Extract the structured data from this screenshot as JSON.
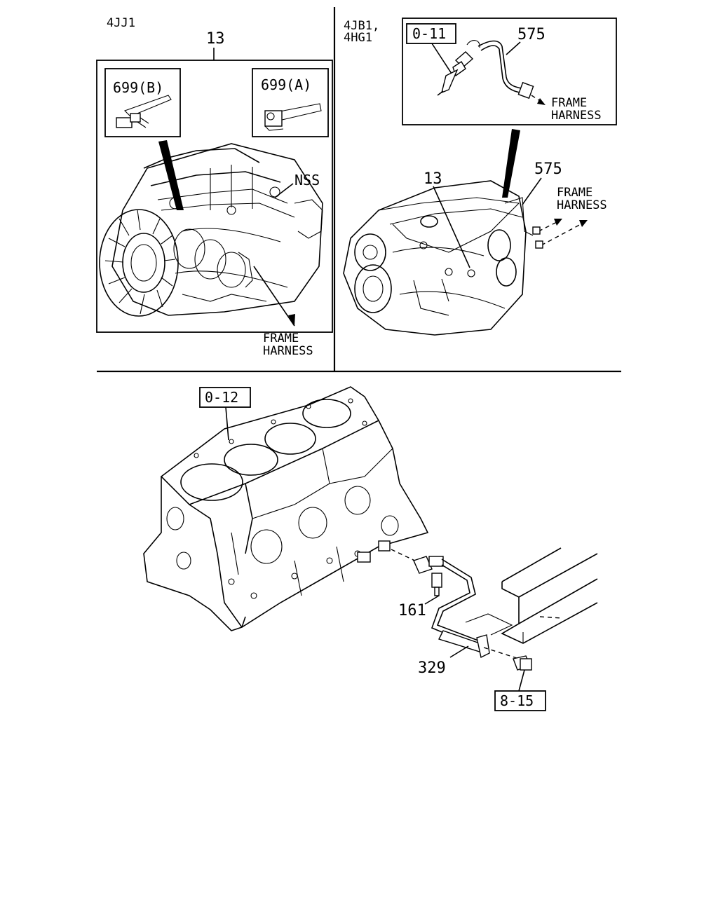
{
  "sections": {
    "top_left": {
      "model": "4JJ1",
      "callout_harness": "13",
      "detail_b": "699(B)",
      "detail_a": "699(A)",
      "callout_nss": "NSS",
      "frame_line1": "FRAME",
      "frame_line2": "HARNESS"
    },
    "top_right": {
      "model_line1": "4JB1,",
      "model_line2": "4HG1",
      "ref_box": "0-11",
      "inset_part": "575",
      "inset_frame_line1": "FRAME",
      "inset_frame_line2": "HARNESS",
      "callout_harness": "13",
      "callout_part": "575",
      "frame_line1": "FRAME",
      "frame_line2": "HARNESS"
    },
    "bottom": {
      "ref_block": "0-12",
      "callout_bolt": "161",
      "callout_sensor": "329",
      "ref_bolt": "8-15"
    }
  }
}
